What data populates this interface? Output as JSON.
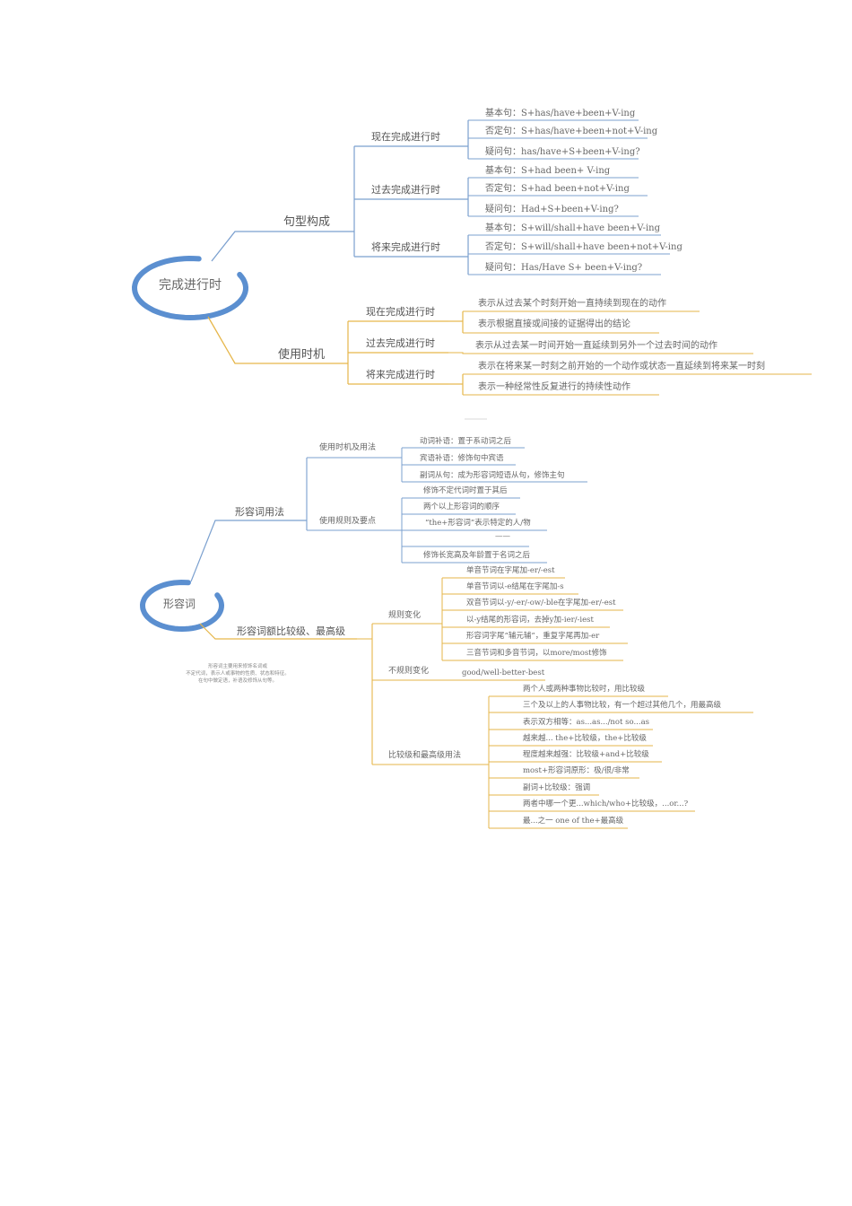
{
  "map1": {
    "root": "完成进行时",
    "branches": [
      {
        "label": "句型构成",
        "children": [
          {
            "label": "现在完成进行时",
            "items": [
              "基本句：S+has/have+been+V-ing",
              "否定句：S+has/have+been+not+V-ing",
              "疑问句：has/have+S+been+V-ing?"
            ]
          },
          {
            "label": "过去完成进行时",
            "items": [
              "基本句：S+had been+ V-ing",
              "否定句：S+had been+not+V-ing",
              "疑问句：Had+S+been+V-ing?"
            ]
          },
          {
            "label": "将来完成进行时",
            "items": [
              "基本句：S+will/shall+have been+V-ing",
              "否定句：S+will/shall+have been+not+V-ing",
              "疑问句：Has/Have S+ been+V-ing?"
            ]
          }
        ]
      },
      {
        "label": "使用时机",
        "children": [
          {
            "label": "现在完成进行时",
            "items": [
              "表示从过去某个时刻开始一直持续到现在的动作",
              "表示根据直接或间接的证据得出的结论"
            ]
          },
          {
            "label": "过去完成进行时",
            "items": [
              "表示从过去某一时间开始一直延续到另外一个过去时间的动作"
            ]
          },
          {
            "label": "将来完成进行时",
            "items": [
              "表示在将来某一时刻之前开始的一个动作或状态一直延续到将来某一时刻",
              "表示一种经常性反复进行的持续性动作"
            ]
          }
        ]
      }
    ]
  },
  "map2": {
    "root": "形容词",
    "note": [
      "形容词主要用来修饰名词或",
      "不定代词，表示人或事物的性质、状态和特征。",
      "在句中做定语，补语及修饰从句等。"
    ],
    "branches": [
      {
        "label": "形容词用法",
        "children": [
          {
            "label": "使用时机及用法",
            "items": [
              "动词补语：置于系动词之后",
              "宾语补语：修饰句中宾语",
              "副词从句：成为形容词短语从句，修饰主句"
            ]
          },
          {
            "label": "使用规则及要点",
            "items": [
              "修饰不定代词时置于其后",
              "两个以上形容词的顺序",
              "“the+形容词”表示特定的人/物",
              "——",
              "修饰长宽高及年龄置于名词之后"
            ]
          }
        ]
      },
      {
        "label": "形容词额比较级、最高级",
        "children": [
          {
            "label": "规则变化",
            "items": [
              "单音节词在字尾加-er/-est",
              "单音节词以-e结尾在字尾加-s",
              "双音节词以-y/-er/-ow/-ble在字尾加-er/-est",
              "以-y结尾的形容词，去掉y加-ier/-iest",
              "形容词字尾“辅元辅”，重复字尾再加-er",
              "三音节词和多音节词，以more/most修饰"
            ]
          },
          {
            "label": "不规则变化",
            "items": [
              "good/well-better-best"
            ]
          },
          {
            "label": "比较级和最高级用法",
            "items": [
              "两个人或两种事物比较时，用比较级",
              "三个及以上的人事物比较，有一个超过其他几个，用最高级",
              "表示双方相等：as...as.../not so...as",
              "越来越... the+比较级，the+比较级",
              "程度越来越强：比较级+and+比较级",
              "most+形容词原形：极/很/非常",
              "副词+比较级：强调",
              "两者中哪一个更...which/who+比较级，...or...?",
              "最...之一 one of the+最高级"
            ]
          }
        ]
      }
    ]
  },
  "colors": {
    "blue": "#7ba0cf",
    "gold": "#e6b64a",
    "ring": "#5b8fd0",
    "text": "#555555"
  }
}
